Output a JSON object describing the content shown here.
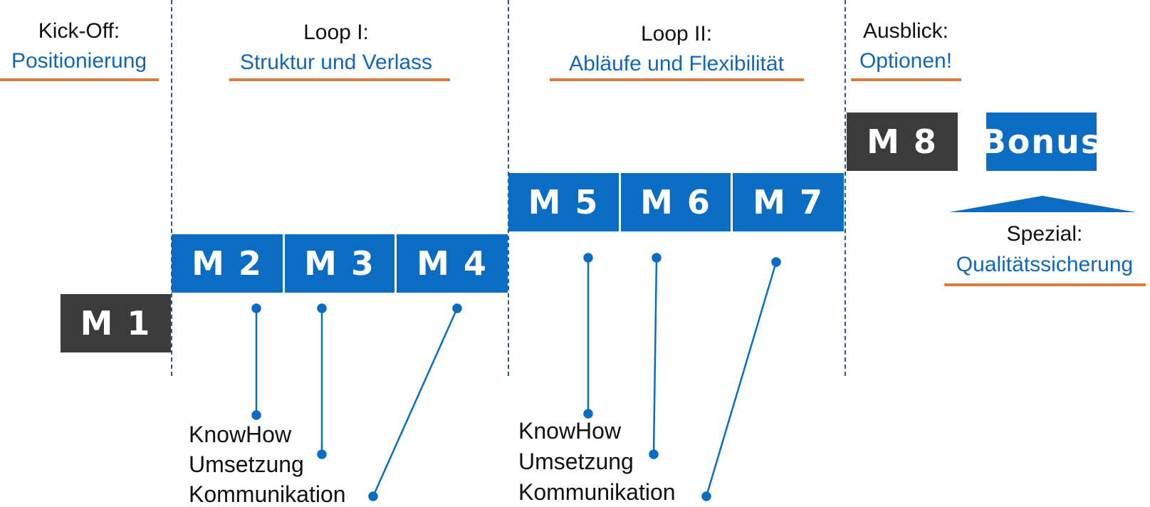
{
  "phases": {
    "kickoff": {
      "label": "Kick-Off:",
      "subtitle": "Positionierung"
    },
    "loop1": {
      "label": "Loop I:",
      "subtitle": "Struktur und Verlass"
    },
    "loop2": {
      "label": "Loop II:",
      "subtitle": "Abläufe und Flexibilität"
    },
    "ausblick": {
      "label": "Ausblick:",
      "subtitle": "Optionen!"
    },
    "spezial": {
      "label": "Spezial:",
      "subtitle": "Qualitätssicherung"
    }
  },
  "modules": {
    "m1": "M 1",
    "m2": "M 2",
    "m3": "M 3",
    "m4": "M 4",
    "m5": "M 5",
    "m6": "M 6",
    "m7": "M 7",
    "m8": "M 8",
    "bonus": "Bonus"
  },
  "legend_loop1": [
    "KnowHow",
    "Umsetzung",
    "Kommunikation"
  ],
  "legend_loop2": [
    "KnowHow",
    "Umsetzung",
    "Kommunikation"
  ],
  "colors": {
    "accent": "#0a6cc2",
    "dark": "#3b3b3b",
    "underline": "#e07a3c",
    "text_blue": "#1266b8"
  }
}
